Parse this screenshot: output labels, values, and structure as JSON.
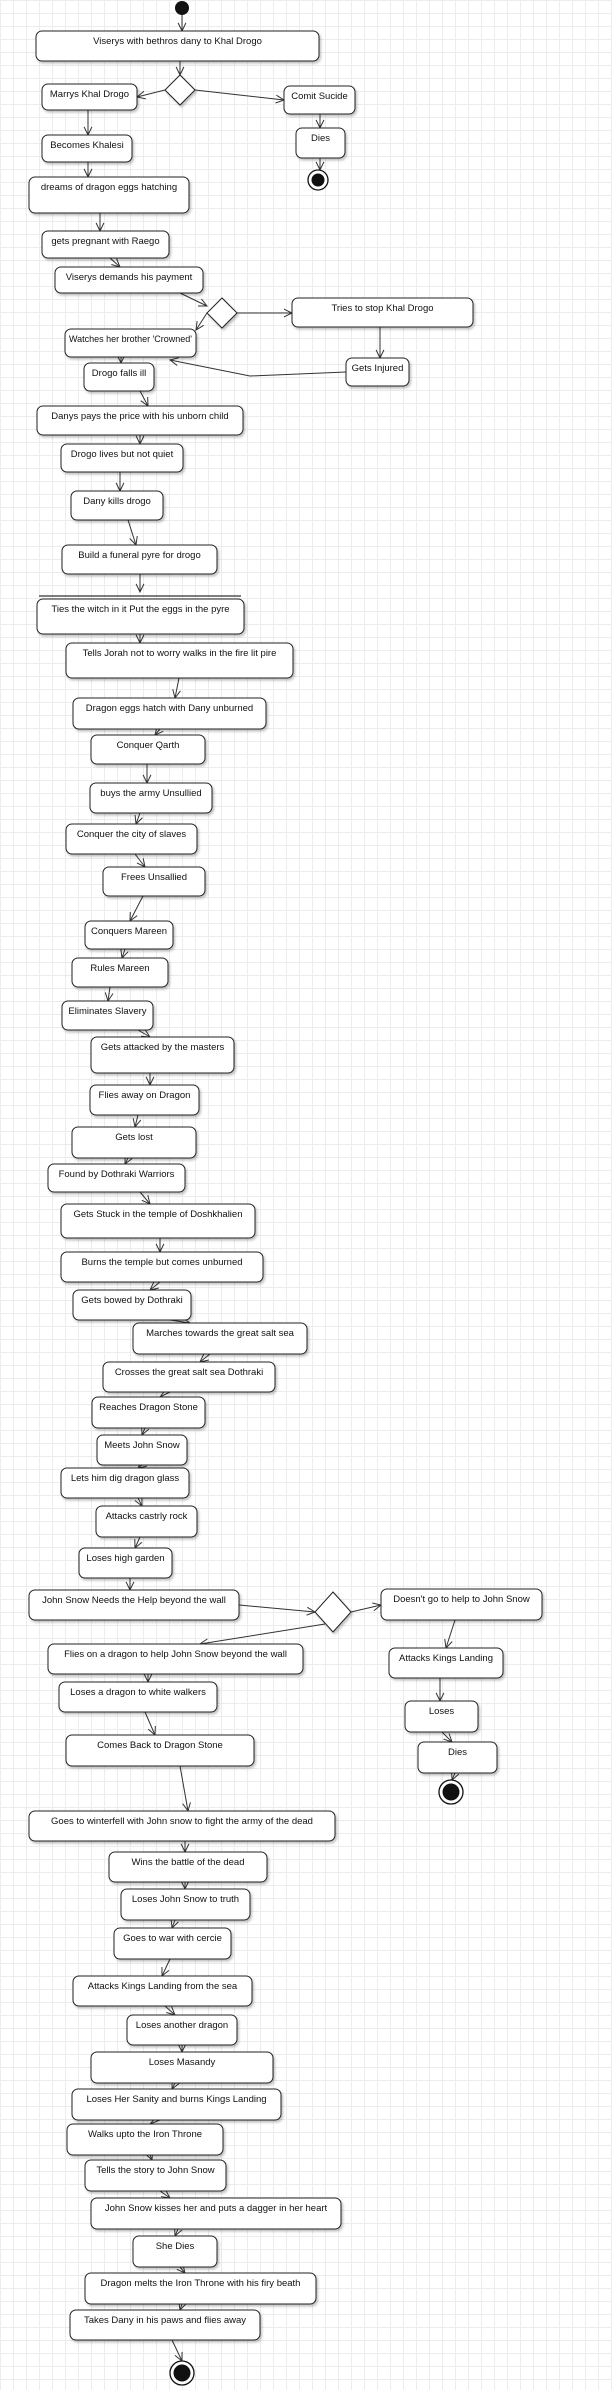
{
  "diagram": {
    "actions": [
      {
        "id": "a1",
        "label": "Viserys with bethros dany to Khal Drogo"
      },
      {
        "id": "a2",
        "label": "Marrys Khal Drogo"
      },
      {
        "id": "a3",
        "label": "Comit Sucide"
      },
      {
        "id": "a4",
        "label": "Dies"
      },
      {
        "id": "a5",
        "label": "Becomes Khalesi"
      },
      {
        "id": "a6",
        "label": "dreams of dragon eggs hatching"
      },
      {
        "id": "a7",
        "label": "gets pregnant with Raego"
      },
      {
        "id": "a8",
        "label": "Viserys demands his payment"
      },
      {
        "id": "a9",
        "label": "Tries to stop Khal Drogo"
      },
      {
        "id": "a10",
        "label": "Watches her brother 'Crowned'"
      },
      {
        "id": "a11",
        "label": "Gets Injured"
      },
      {
        "id": "a12",
        "label": "Drogo falls ill"
      },
      {
        "id": "a13",
        "label": "Danys pays the price with his unborn child"
      },
      {
        "id": "a14",
        "label": "Drogo lives but not quiet"
      },
      {
        "id": "a15",
        "label": "Dany kills drogo"
      },
      {
        "id": "a16",
        "label": "Build a funeral pyre for drogo"
      },
      {
        "id": "a17",
        "label": "Ties the witch in it Put the eggs in the pyre"
      },
      {
        "id": "a18",
        "label": "Tells Jorah not to worry walks in the fire lit pire"
      },
      {
        "id": "a19",
        "label": "Dragon eggs hatch with Dany unburned"
      },
      {
        "id": "a20",
        "label": "Conquer Qarth"
      },
      {
        "id": "a21",
        "label": "buys the army Unsullied"
      },
      {
        "id": "a22",
        "label": "Conquer the city of slaves"
      },
      {
        "id": "a23",
        "label": "Frees Unsallied"
      },
      {
        "id": "a24",
        "label": "Conquers Mareen"
      },
      {
        "id": "a25",
        "label": "Rules Mareen"
      },
      {
        "id": "a26",
        "label": "Eliminates Slavery"
      },
      {
        "id": "a27",
        "label": "Gets attacked by the masters"
      },
      {
        "id": "a28",
        "label": "Flies away on Dragon"
      },
      {
        "id": "a29",
        "label": "Gets lost"
      },
      {
        "id": "a30",
        "label": "Found by Dothraki Warriors"
      },
      {
        "id": "a31",
        "label": "Gets Stuck in the temple of Doshkhalien"
      },
      {
        "id": "a32",
        "label": "Burns the temple but comes unburned"
      },
      {
        "id": "a33",
        "label": "Gets bowed by Dothraki"
      },
      {
        "id": "a34",
        "label": "Marches towards the great salt sea"
      },
      {
        "id": "a35",
        "label": "Crosses the great salt sea Dothraki"
      },
      {
        "id": "a36",
        "label": "Reaches Dragon Stone"
      },
      {
        "id": "a37",
        "label": "Meets John Snow"
      },
      {
        "id": "a38",
        "label": "Lets him dig dragon glass"
      },
      {
        "id": "a39",
        "label": "Attacks castrly rock"
      },
      {
        "id": "a40",
        "label": "Loses high garden"
      },
      {
        "id": "a41",
        "label": "John Snow Needs the Help beyond the wall"
      },
      {
        "id": "a42",
        "label": "Doesn't go to help to John Snow"
      },
      {
        "id": "a43",
        "label": "Flies on a dragon to help John Snow beyond the wall"
      },
      {
        "id": "a44",
        "label": "Attacks Kings Landing"
      },
      {
        "id": "a45",
        "label": "Loses a dragon to white walkers"
      },
      {
        "id": "a46",
        "label": "Loses"
      },
      {
        "id": "a47",
        "label": "Dies"
      },
      {
        "id": "a48",
        "label": "Comes Back to Dragon Stone"
      },
      {
        "id": "a49",
        "label": "Goes to winterfell with John snow to fight the army of the dead"
      },
      {
        "id": "a50",
        "label": "Wins the battle of the dead"
      },
      {
        "id": "a51",
        "label": "Loses John Snow to truth"
      },
      {
        "id": "a52",
        "label": "Goes to war with cercie"
      },
      {
        "id": "a53",
        "label": "Attacks Kings Landing from the sea"
      },
      {
        "id": "a54",
        "label": "Loses another dragon"
      },
      {
        "id": "a55",
        "label": "Loses Masandy"
      },
      {
        "id": "a56",
        "label": "Loses Her Sanity and burns Kings Landing"
      },
      {
        "id": "a57",
        "label": "Walks upto the Iron Throne"
      },
      {
        "id": "a58",
        "label": "Tells the story to John Snow"
      },
      {
        "id": "a59",
        "label": "John Snow kisses her and puts a dagger in her heart"
      },
      {
        "id": "a60",
        "label": "She Dies"
      },
      {
        "id": "a61",
        "label": "Dragon melts the Iron Throne with his firy beath"
      },
      {
        "id": "a62",
        "label": "Takes Dany in his paws and flies away"
      }
    ]
  }
}
